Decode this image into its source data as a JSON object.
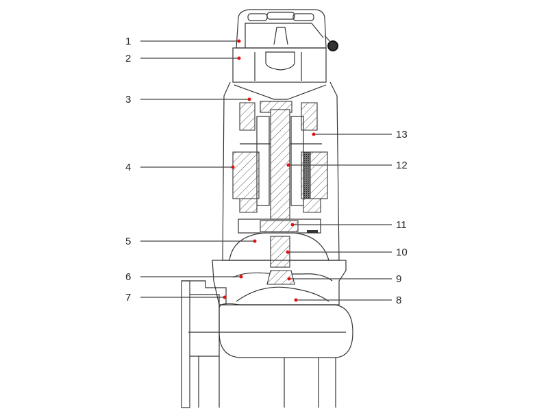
{
  "diagram": {
    "subject": "submersible-pump-cross-section",
    "marker_color": "#e01010",
    "labels_left": [
      {
        "number": "1"
      },
      {
        "number": "2"
      },
      {
        "number": "3"
      },
      {
        "number": "4"
      },
      {
        "number": "5"
      },
      {
        "number": "6"
      },
      {
        "number": "7"
      }
    ],
    "labels_right": [
      {
        "number": "13"
      },
      {
        "number": "12"
      },
      {
        "number": "11"
      },
      {
        "number": "10"
      },
      {
        "number": "9"
      },
      {
        "number": "8"
      }
    ]
  }
}
